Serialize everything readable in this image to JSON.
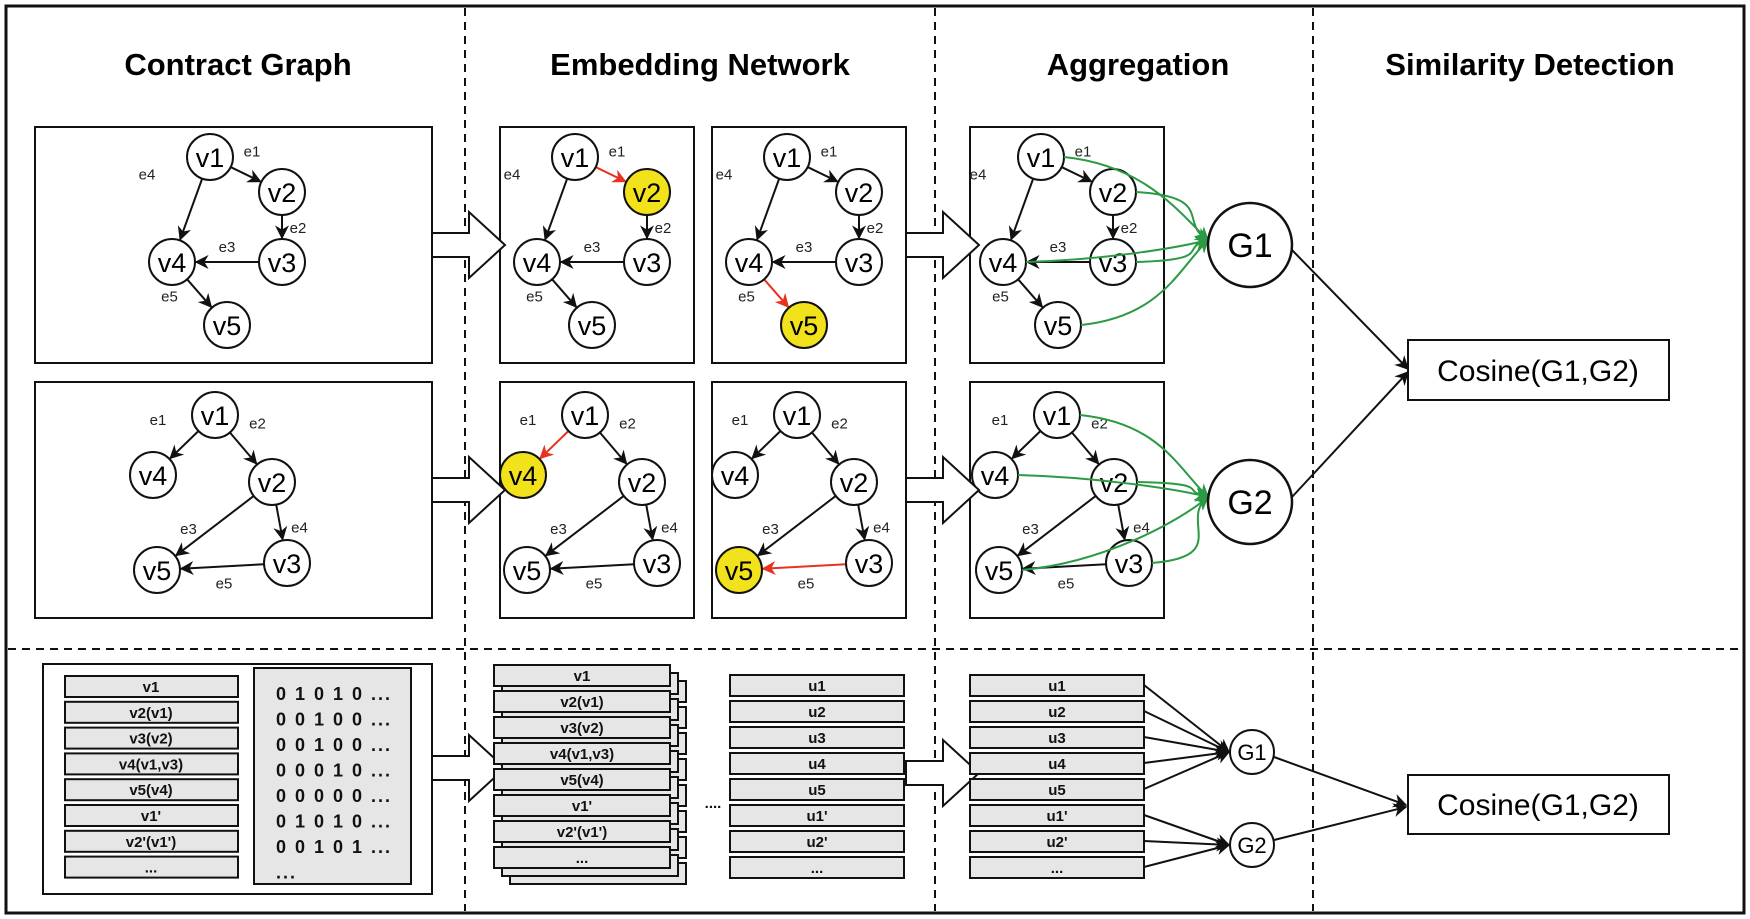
{
  "titles": {
    "contract_graph": "Contract Graph",
    "embedding_network": "Embedding Network",
    "aggregation": "Aggregation",
    "similarity_detection": "Similarity Detection"
  },
  "colors": {
    "highlight_node": "#f2e21c",
    "highlight_edge": "#e8321e",
    "aggregation_edge": "#2b9a45",
    "row_fill": "#e6e6e6",
    "stroke": "#111111"
  },
  "graph1": {
    "nodes": [
      "v1",
      "v2",
      "v3",
      "v4",
      "v5"
    ],
    "edges": [
      {
        "label": "e1",
        "from": "v1",
        "to": "v2"
      },
      {
        "label": "e2",
        "from": "v2",
        "to": "v3"
      },
      {
        "label": "e3",
        "from": "v3",
        "to": "v4"
      },
      {
        "label": "e4",
        "from": "v1",
        "to": "v4"
      },
      {
        "label": "e5",
        "from": "v4",
        "to": "v5"
      }
    ]
  },
  "graph2": {
    "nodes": [
      "v1",
      "v2",
      "v3",
      "v4",
      "v5"
    ],
    "edges": [
      {
        "label": "e1",
        "from": "v1",
        "to": "v4"
      },
      {
        "label": "e2",
        "from": "v1",
        "to": "v2"
      },
      {
        "label": "e3",
        "from": "v2",
        "to": "v5"
      },
      {
        "label": "e4",
        "from": "v2",
        "to": "v3"
      },
      {
        "label": "e5",
        "from": "v3",
        "to": "v5"
      }
    ]
  },
  "embedding_steps": [
    {
      "graph": "graph1",
      "highlight_node": "v2",
      "highlight_edge": "e1"
    },
    {
      "graph": "graph1",
      "highlight_node": "v5",
      "highlight_edge": "e5"
    },
    {
      "graph": "graph2",
      "highlight_node": "v4",
      "highlight_edge": "e1"
    },
    {
      "graph": "graph2",
      "highlight_node": "v5",
      "highlight_edge": "e5"
    }
  ],
  "aggregation": {
    "g1_label": "G1",
    "g2_label": "G2"
  },
  "similarity": {
    "label_top": "Cosine(G1,G2)",
    "label_bottom": "Cosine(G1,G2)"
  },
  "bottom": {
    "contract_rows": [
      "v1",
      "v2(v1)",
      "v3(v2)",
      "v4(v1,v3)",
      "v5(v4)",
      "v1'",
      "v2'(v1')",
      "..."
    ],
    "bit_rows": [
      "0 1 0 1 0 ...",
      "0 0 1 0 0 ...",
      "0 0 1 0 0 ...",
      "0 0 0 1 0 ...",
      "0 0 0 0 0 ...",
      "0 1 0 1 0 ...",
      "0 0 1 0 1 ...",
      "..."
    ],
    "embed_rows": [
      "v1",
      "v2(v1)",
      "v3(v2)",
      "v4(v1,v3)",
      "v5(v4)",
      "v1'",
      "v2'(v1')",
      "..."
    ],
    "ellipsis": "....",
    "u_rows": [
      "u1",
      "u2",
      "u3",
      "u4",
      "u5",
      "u1'",
      "u2'",
      "..."
    ],
    "agg_rows": [
      "u1",
      "u2",
      "u3",
      "u4",
      "u5",
      "u1'",
      "u2'",
      "..."
    ],
    "g1_label": "G1",
    "g2_label": "G2"
  }
}
